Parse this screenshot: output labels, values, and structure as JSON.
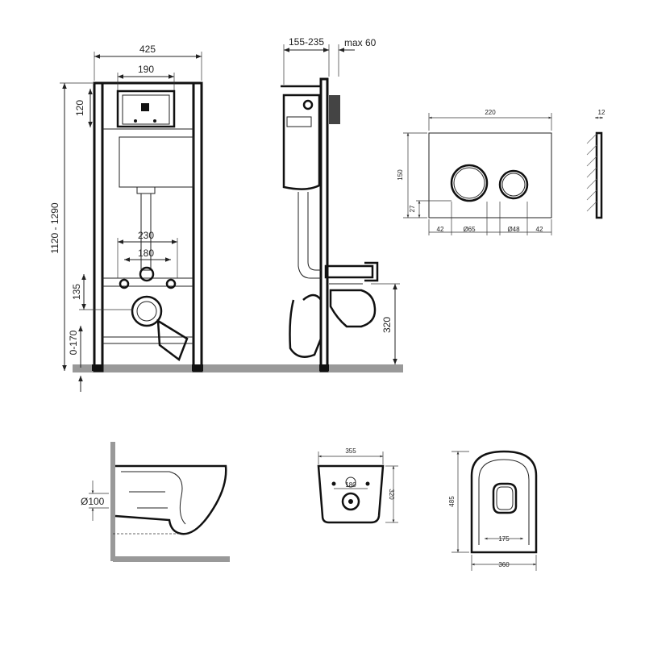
{
  "frame_front": {
    "width": "425",
    "top_width": "190",
    "top_height": "120",
    "total_height": "1120 - 1290",
    "pipe_outer": "230",
    "pipe_inner": "180",
    "bolt_height": "135",
    "leg_height": "0-170"
  },
  "frame_side": {
    "depth": "155-235",
    "max_wall": "max 60",
    "outlet_height": "320"
  },
  "flush_plate": {
    "width": "220",
    "height": "150",
    "thickness": "12",
    "edge_offset": "27",
    "margin_left": "42",
    "big_button_diameter": "Ø65",
    "small_button_diameter": "Ø48",
    "margin_right": "42"
  },
  "bowl_side": {
    "outlet_diameter": "Ø100"
  },
  "bowl_back": {
    "width": "355",
    "bolt_spacing": "180",
    "height": "320"
  },
  "bowl_top": {
    "length": "485",
    "seat_spacing": "175",
    "width": "360"
  }
}
